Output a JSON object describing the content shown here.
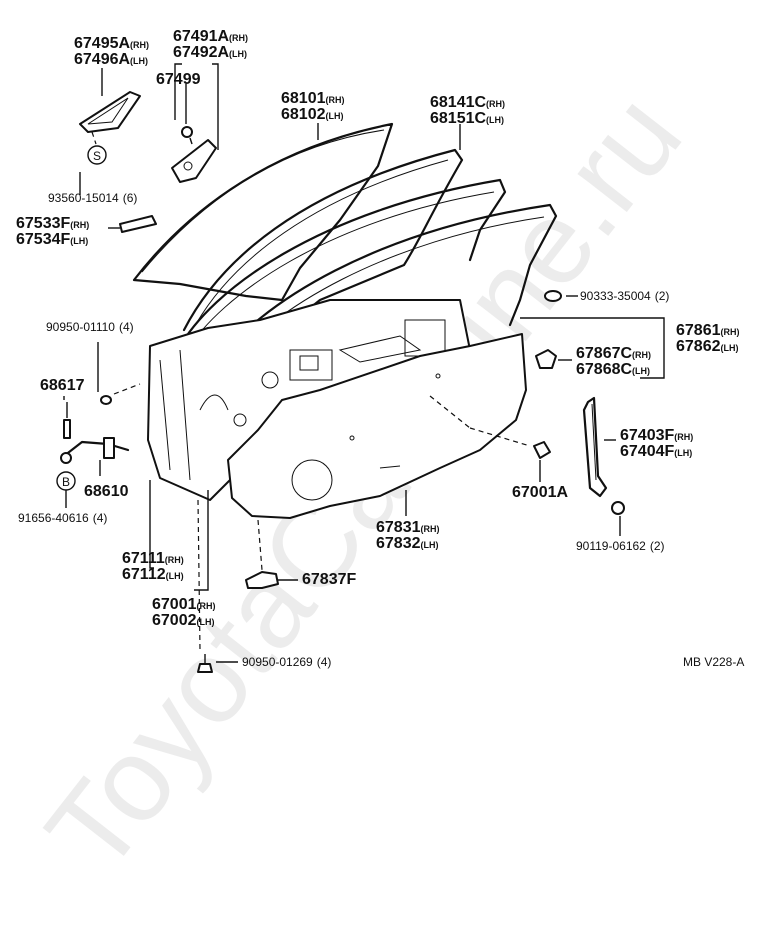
{
  "watermark": "ToyotaCarWine.ru",
  "drawing_code": "MB V228-A",
  "parts": {
    "p67495A": {
      "num": "67495A",
      "side": "(RH)"
    },
    "p67496A": {
      "num": "67496A",
      "side": "(LH)"
    },
    "p67491A": {
      "num": "67491A",
      "side": "(RH)"
    },
    "p67492A": {
      "num": "67492A",
      "side": "(LH)"
    },
    "p67499": {
      "num": "67499"
    },
    "p68101": {
      "num": "68101",
      "side": "(RH)"
    },
    "p68102": {
      "num": "68102",
      "side": "(LH)"
    },
    "p68141C": {
      "num": "68141C",
      "side": "(RH)"
    },
    "p68151C": {
      "num": "68151C",
      "side": "(LH)"
    },
    "p93560": {
      "num": "93560-15014",
      "qty": "(6)"
    },
    "p67533F": {
      "num": "67533F",
      "side": "(RH)"
    },
    "p67534F": {
      "num": "67534F",
      "side": "(LH)"
    },
    "p90333": {
      "num": "90333-35004",
      "qty": "(2)"
    },
    "p90950a": {
      "num": "90950-01110",
      "qty": "(4)"
    },
    "p67861": {
      "num": "67861",
      "side": "(RH)"
    },
    "p67862": {
      "num": "67862",
      "side": "(LH)"
    },
    "p67867C": {
      "num": "67867C",
      "side": "(RH)"
    },
    "p67868C": {
      "num": "67868C",
      "side": "(LH)"
    },
    "p68617": {
      "num": "68617"
    },
    "p67403F": {
      "num": "67403F",
      "side": "(RH)"
    },
    "p67404F": {
      "num": "67404F",
      "side": "(LH)"
    },
    "p68610": {
      "num": "68610"
    },
    "p67001A": {
      "num": "67001A"
    },
    "p91656": {
      "num": "91656-40616",
      "qty": "(4)"
    },
    "p67831": {
      "num": "67831",
      "side": "(RH)"
    },
    "p67832": {
      "num": "67832",
      "side": "(LH)"
    },
    "p90119": {
      "num": "90119-06162",
      "qty": "(2)"
    },
    "p67111": {
      "num": "67111",
      "side": "(RH)"
    },
    "p67112": {
      "num": "67112",
      "side": "(LH)"
    },
    "p67837F": {
      "num": "67837F"
    },
    "p67001": {
      "num": "67001",
      "side": "(RH)"
    },
    "p67002": {
      "num": "67002",
      "side": "(LH)"
    },
    "p90950b": {
      "num": "90950-01269",
      "qty": "(4)"
    }
  },
  "symbols": {
    "s_mark": "S",
    "b_mark": "B"
  }
}
